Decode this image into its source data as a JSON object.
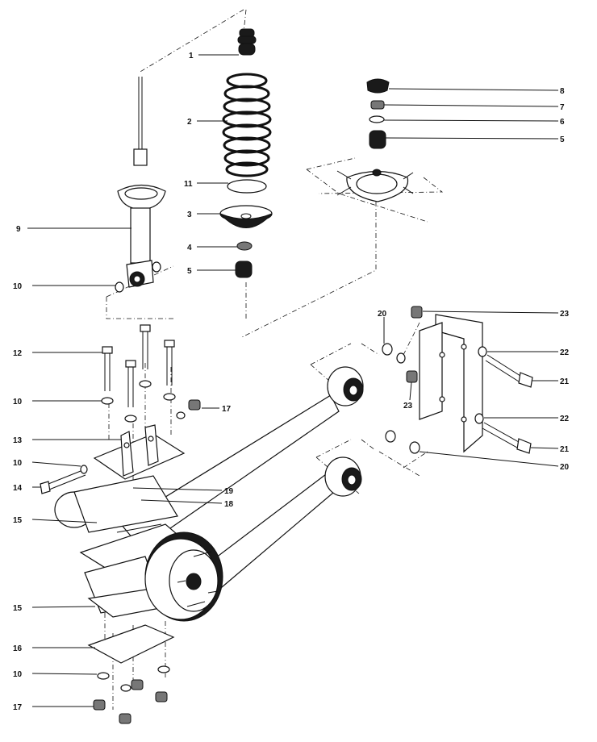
{
  "callouts": [
    {
      "id": "c1",
      "number": "1"
    },
    {
      "id": "c2",
      "number": "2"
    },
    {
      "id": "c11",
      "number": "11"
    },
    {
      "id": "c3",
      "number": "3"
    },
    {
      "id": "c4",
      "number": "4"
    },
    {
      "id": "c5a",
      "number": "5"
    },
    {
      "id": "c8",
      "number": "8"
    },
    {
      "id": "c7",
      "number": "7"
    },
    {
      "id": "c6",
      "number": "6"
    },
    {
      "id": "c5b",
      "number": "5"
    },
    {
      "id": "c9",
      "number": "9"
    },
    {
      "id": "c10a",
      "number": "10"
    },
    {
      "id": "c12",
      "number": "12"
    },
    {
      "id": "c10b",
      "number": "10"
    },
    {
      "id": "c17a",
      "number": "17"
    },
    {
      "id": "c13",
      "number": "13"
    },
    {
      "id": "c10c",
      "number": "10"
    },
    {
      "id": "c14",
      "number": "14"
    },
    {
      "id": "c19",
      "number": "19"
    },
    {
      "id": "c18",
      "number": "18"
    },
    {
      "id": "c15a",
      "number": "15"
    },
    {
      "id": "c15b",
      "number": "15"
    },
    {
      "id": "c16",
      "number": "16"
    },
    {
      "id": "c10d",
      "number": "10"
    },
    {
      "id": "c17b",
      "number": "17"
    },
    {
      "id": "c20a",
      "number": "20"
    },
    {
      "id": "c23a",
      "number": "23"
    },
    {
      "id": "c22a",
      "number": "22"
    },
    {
      "id": "c21a",
      "number": "21"
    },
    {
      "id": "c23b",
      "number": "23"
    },
    {
      "id": "c22b",
      "number": "22"
    },
    {
      "id": "c21b",
      "number": "21"
    },
    {
      "id": "c20b",
      "number": "20"
    }
  ]
}
